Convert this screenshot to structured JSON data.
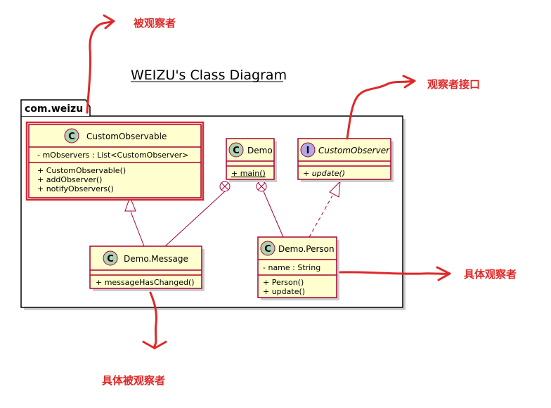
{
  "diagram_title": "WEIZU's Class Diagram",
  "package_name": "com.weizu",
  "classes": {
    "custom_observable": {
      "stereotype": "C",
      "name": "CustomObservable",
      "fields": [
        "- mObservers : List<CustomObserver>"
      ],
      "methods": [
        "+ CustomObservable()",
        "+ addObserver()",
        "+ notifyObservers()"
      ]
    },
    "demo": {
      "stereotype": "C",
      "name": "Demo",
      "methods": [
        "+ main()"
      ]
    },
    "custom_observer": {
      "stereotype": "I",
      "name": "CustomObserver",
      "methods": [
        "+ update()"
      ]
    },
    "demo_message": {
      "stereotype": "C",
      "name": "Demo.Message",
      "methods": [
        "+ messageHasChanged()"
      ]
    },
    "demo_person": {
      "stereotype": "C",
      "name": "Demo.Person",
      "fields": [
        "- name : String"
      ],
      "methods": [
        "+ Person()",
        "+ update()"
      ]
    }
  },
  "annotations": {
    "observable": "被观察者",
    "observer_interface": "观察者接口",
    "concrete_observer": "具体观察者",
    "concrete_observable": "具体被观察者"
  },
  "colors": {
    "class_fill": "#FEFECE",
    "class_border": "#A80036",
    "class_circle": "#ADD1B2",
    "interface_circle": "#B4A7E5",
    "annotation": "#e02828"
  }
}
